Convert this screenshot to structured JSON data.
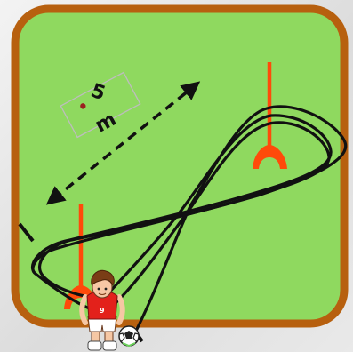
{
  "diagram": {
    "distance_value": "5",
    "distance_unit": "m",
    "field_color": "#8fd95f",
    "border_color": "#b7600f",
    "pole_color": "#ff4a0a",
    "path_color": "#111111",
    "dashed_color": "#111111",
    "player": {
      "jersey_number": "9",
      "jersey_color": "#e3211b"
    },
    "icons": [
      "cone-pole-icon",
      "soccer-ball-icon",
      "player-icon"
    ]
  }
}
